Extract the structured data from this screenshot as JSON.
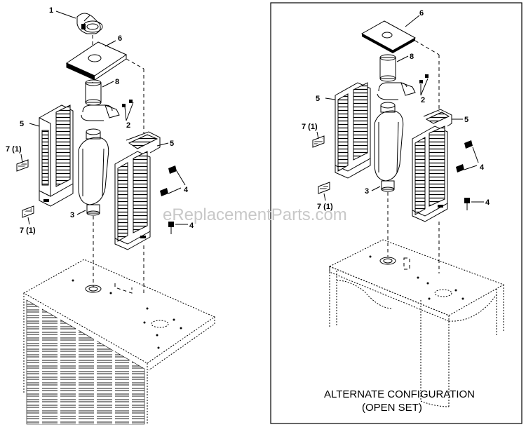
{
  "watermark": "eReplacementParts.com",
  "alternate_caption": {
    "line1": "ALTERNATE CONFIGURATION",
    "line2": "(OPEN SET)"
  },
  "labels": {
    "l1": "1",
    "l2": "2",
    "l3": "3",
    "l4": "4",
    "l5": "5",
    "l6": "6",
    "l7": "7 (1)",
    "l8": "8"
  }
}
